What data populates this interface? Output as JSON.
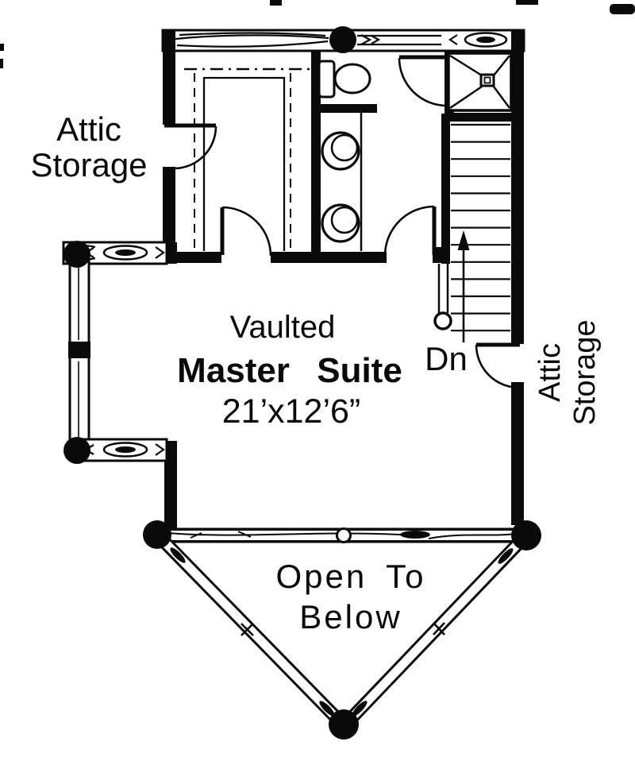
{
  "colors": {
    "ink": "#0a0a0a",
    "paper": "#ffffff"
  },
  "labels": {
    "attic_storage_left": {
      "line1": "Attic",
      "line2": "Storage"
    },
    "attic_storage_right": {
      "line1": "Attic",
      "line2": "Storage"
    },
    "master_suite": {
      "subtitle": "Vaulted",
      "title": "Master Suite",
      "dimensions": "21’x12’6”"
    },
    "stairs_direction": "Dn",
    "open_to_below": {
      "line1": "Open To",
      "line2": "Below"
    }
  }
}
